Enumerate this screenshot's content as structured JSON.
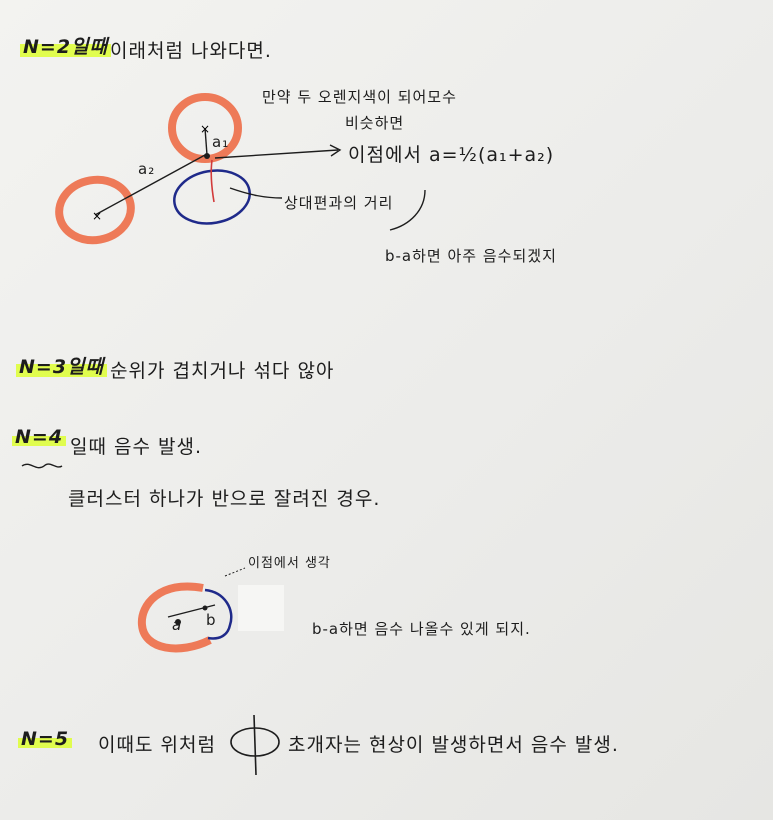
{
  "section_n2": {
    "label": "N=2일때",
    "text": "이래처럼 나와다면.",
    "note_top": "만약 두 오렌지색이 되어모수",
    "note_mid": "비슷하면",
    "formula": "이점에서 a=½(a₁+a₂)",
    "label_a1": "a₁",
    "label_a2": "a₂",
    "side_note": "상대편과의 거리",
    "bottom_note": "b-a하면 아주 음수되겠지"
  },
  "section_n3": {
    "label": "N=3일때",
    "text": "순위가 겹치거나 섞다 않아"
  },
  "section_n4": {
    "label": "N=4",
    "text": "일때 음수 발생.",
    "subtext": "클러스터 하나가 반으로 잘려진 경우.",
    "note": "이점에서 생각",
    "label_a": "a",
    "label_b": "b",
    "side_note": "b-a하면 음수 나올수 있게 되지."
  },
  "section_n5": {
    "label": "N=5",
    "text": "이때도 위처럼",
    "text2": "초개자는 현상이 발생하면서 음수 발생."
  },
  "colors": {
    "orange": "#ee7a58",
    "navy": "#1f2a8a",
    "highlight": "#e0ff3a",
    "ink": "#1d1d1d",
    "red": "#d23a3a"
  }
}
